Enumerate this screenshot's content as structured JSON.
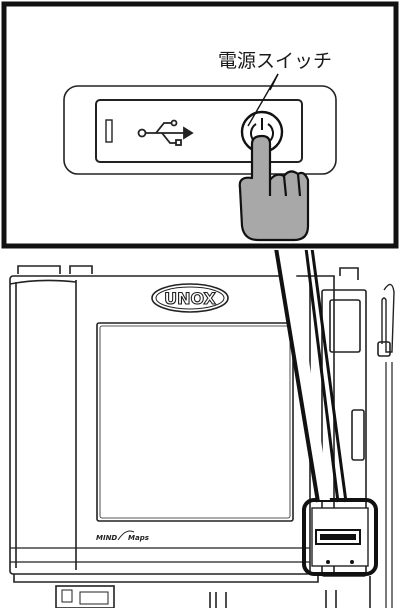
{
  "callout": {
    "label": "電源スイッチ"
  },
  "oven": {
    "brand": "UNOX",
    "logo_mind": "MIND",
    "logo_maps": "Maps"
  },
  "icons": [
    "usb-icon",
    "power-icon",
    "pointing-hand-icon"
  ]
}
